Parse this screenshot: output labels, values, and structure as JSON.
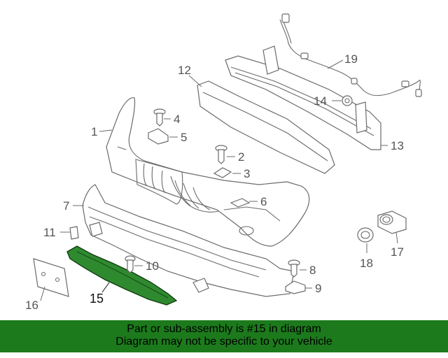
{
  "callouts": {
    "p1": "1",
    "p2": "2",
    "p3": "3",
    "p4": "4",
    "p5": "5",
    "p6": "6",
    "p7": "7",
    "p8": "8",
    "p9": "9",
    "p10": "10",
    "p11": "11",
    "p12": "12",
    "p13": "13",
    "p14": "14",
    "p15": "15",
    "p16": "16",
    "p17": "17",
    "p18": "18",
    "p19": "19"
  },
  "highlight_part": "15",
  "highlight_color": "#2f8a2f",
  "banner": {
    "line1": "Part or sub-assembly is #15 in diagram",
    "line2": "Diagram may not be specific to your vehicle",
    "color": "#1c7a1c"
  }
}
